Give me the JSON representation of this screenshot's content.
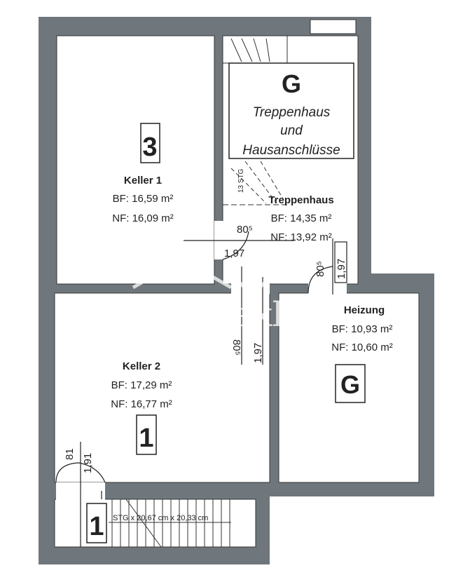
{
  "colors": {
    "wall": "#6f777c",
    "room": "#ffffff",
    "line": "#222222"
  },
  "rooms": {
    "keller1": {
      "name": "Keller 1",
      "bf": "BF: 16,59 m²",
      "nf": "NF: 16,09 m²",
      "badge": "3"
    },
    "treppenhaus": {
      "name": "Treppenhaus",
      "bf": "BF: 14,35 m²",
      "nf": "NF: 13,92 m²"
    },
    "keller2": {
      "name": "Keller 2",
      "bf": "BF: 17,29 m²",
      "nf": "NF: 16,77 m²",
      "badge": "1"
    },
    "heizung": {
      "name": "Heizung",
      "bf": "BF: 10,93 m²",
      "nf": "NF: 10,60 m²",
      "badge": "G"
    },
    "stair_bottom": {
      "badge": "1",
      "label": "STG x 20,67 cm x 20,33 cm"
    }
  },
  "common_box": {
    "badge": "G",
    "line1": "Treppenhaus",
    "line2": "und",
    "line3": "Hausanschlüsse"
  },
  "stairs_top": {
    "label": "13 STG"
  },
  "dimensions": {
    "door_kt_width": "80⁵",
    "door_kt_height": "1,97",
    "door_heiz_width": "80⁵",
    "door_heiz_height": "1,97",
    "door_k2_width": "80⁵",
    "door_k2_height": "1,97",
    "door_bottom_width": "81",
    "door_bottom_height": "1,91"
  },
  "watermark": "ohne-makler"
}
